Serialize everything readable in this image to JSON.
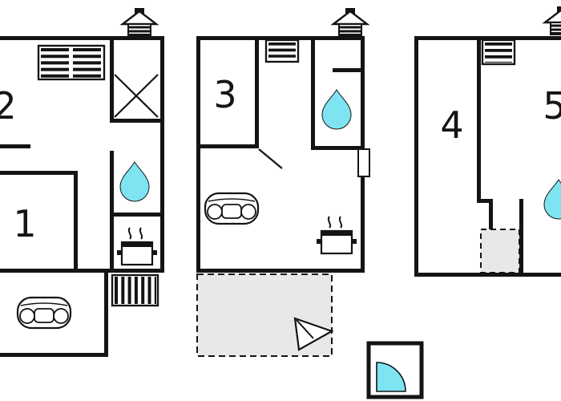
{
  "colors": {
    "wall": "#141414",
    "water": "#7ee4f2",
    "area_fill": "#e8e8e8",
    "background": "#ffffff"
  },
  "rooms": {
    "r1": {
      "label": "1"
    },
    "r2": {
      "label": "2"
    },
    "r3": {
      "label": "3"
    },
    "r4": {
      "label": "4"
    },
    "r5": {
      "label": "5"
    }
  },
  "icons": [
    "entrance-house-icon",
    "window-grille",
    "void-x-icon",
    "water-drop-icon",
    "sofa-icon",
    "stove-icon",
    "stairs-icon",
    "door-icon",
    "terrace-dashed-area",
    "north-arrow-icon",
    "storage-dashed-area",
    "shower-quarter-icon"
  ]
}
